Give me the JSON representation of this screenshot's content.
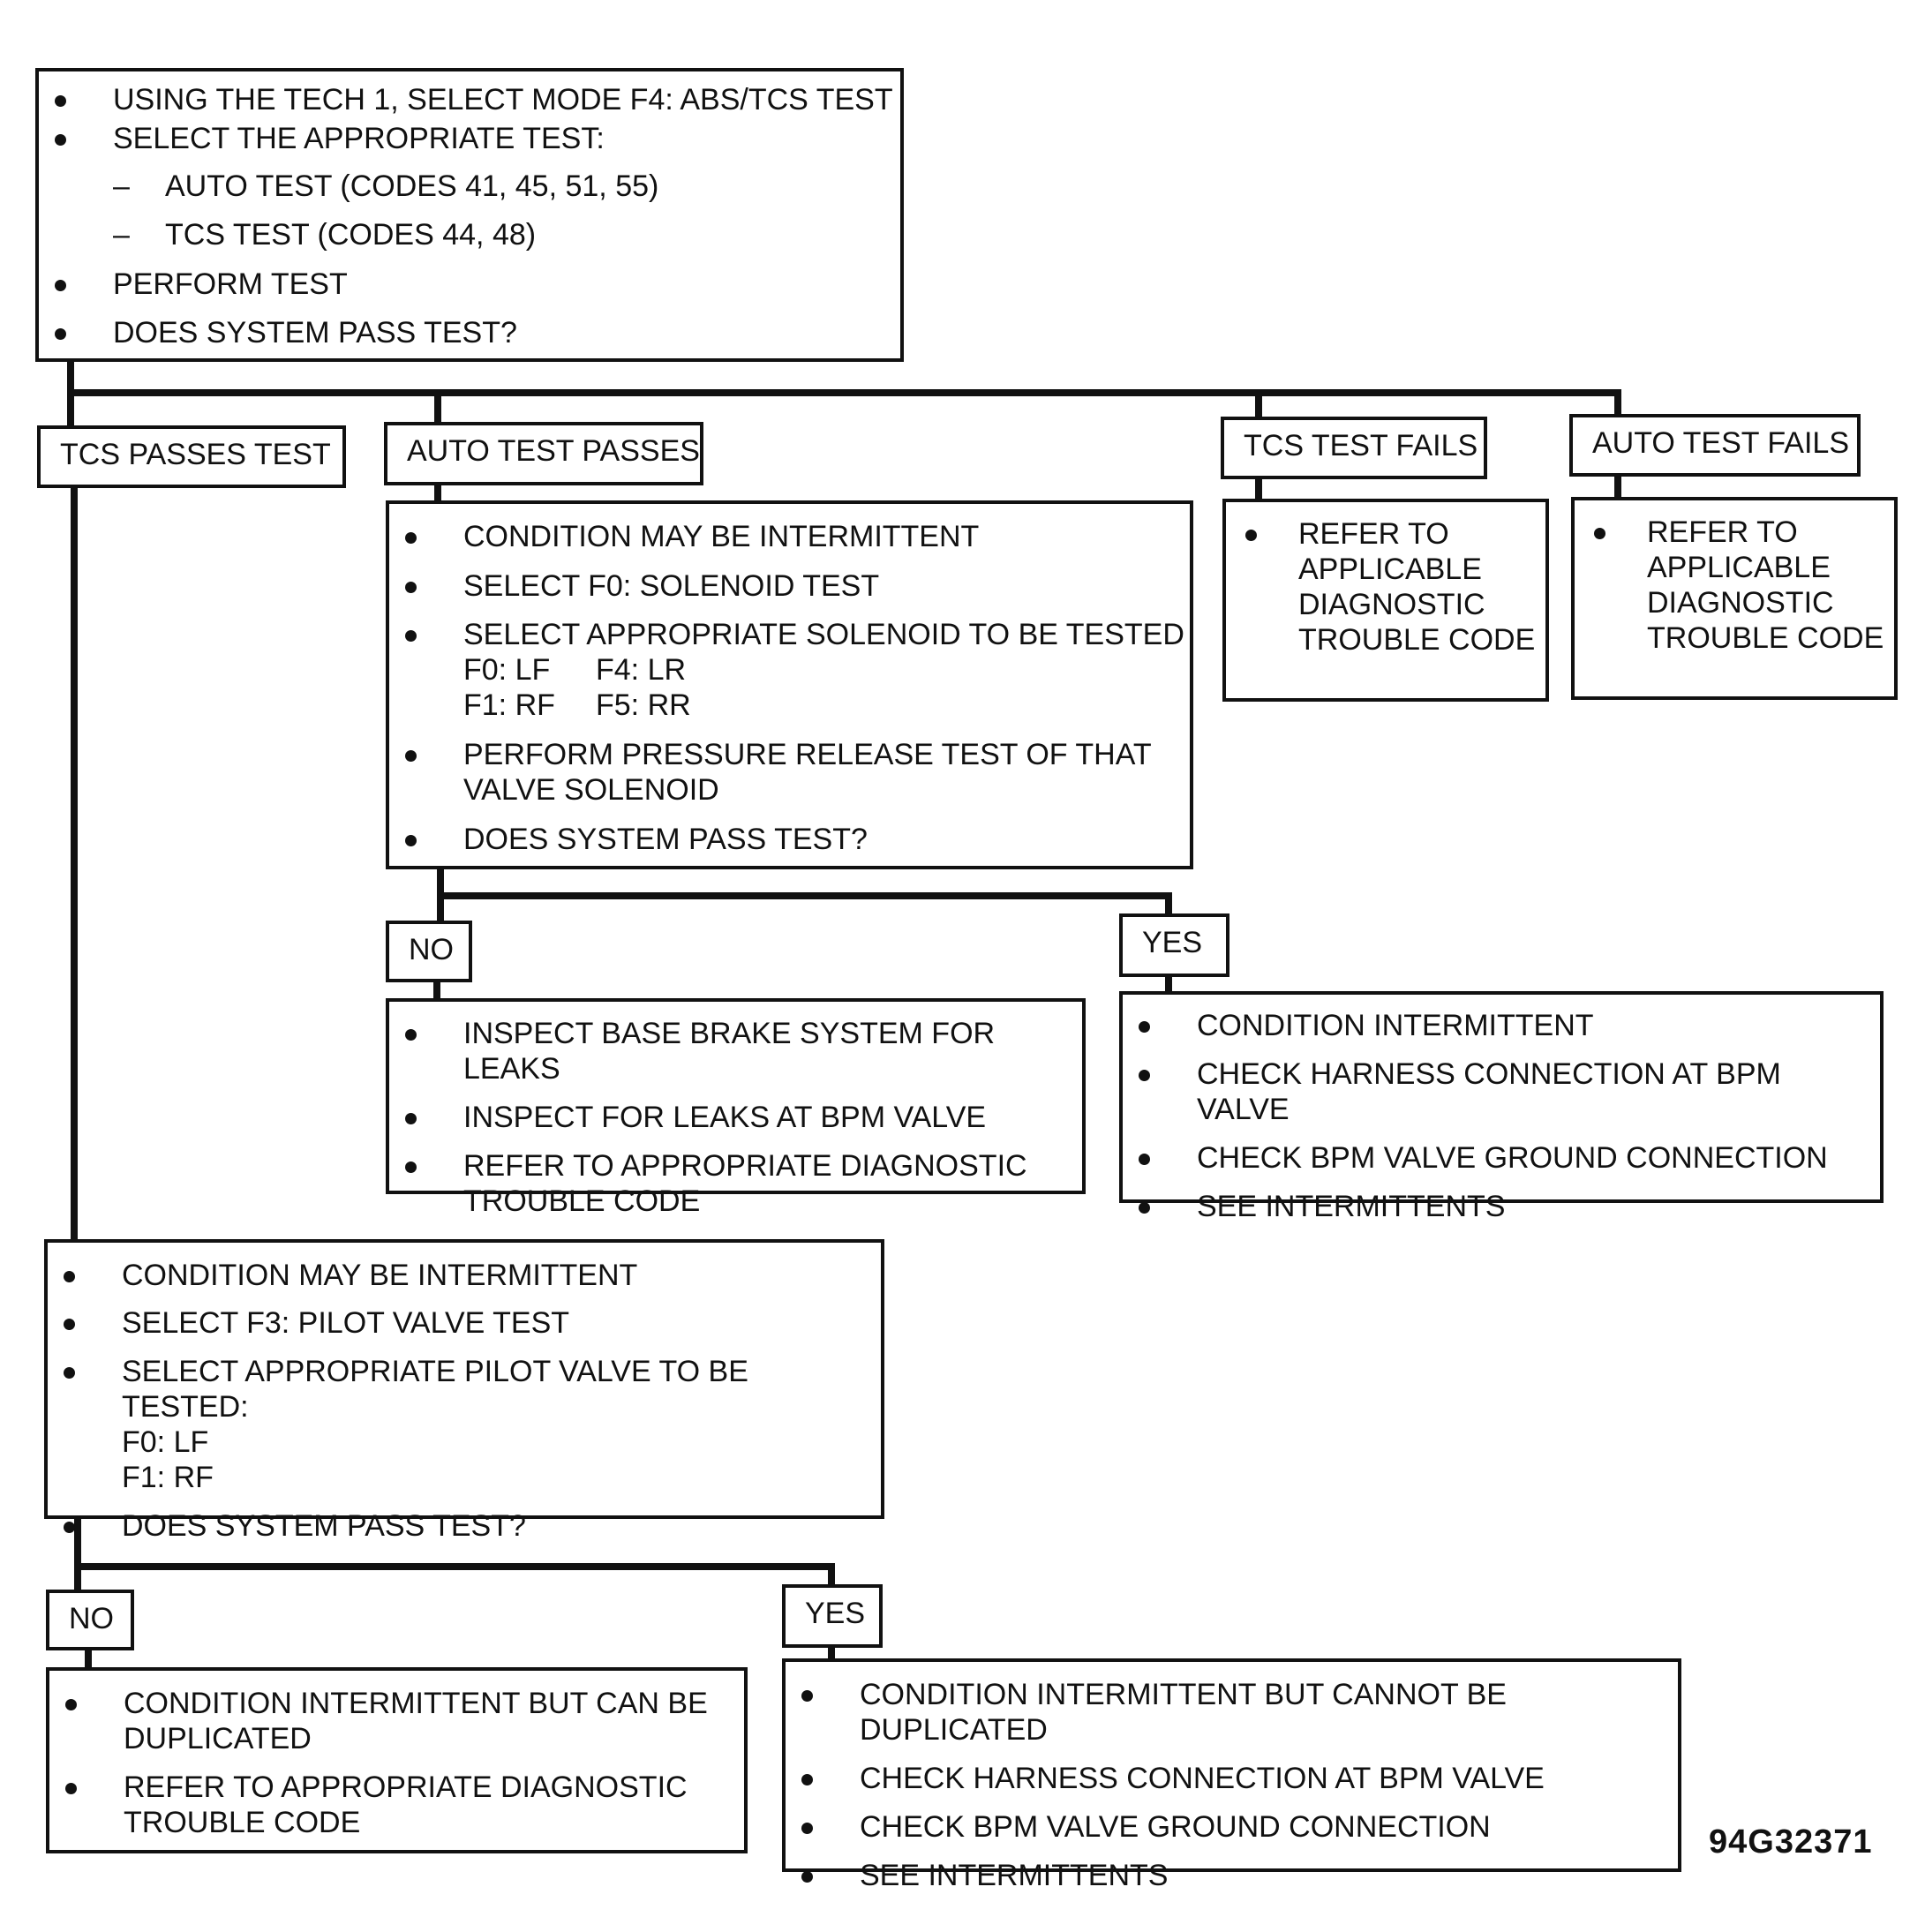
{
  "start": {
    "items": [
      {
        "kind": "bullet",
        "text": "USING THE TECH 1, SELECT MODE F4: ABS/TCS TEST"
      },
      {
        "kind": "bullet",
        "text": "SELECT THE APPROPRIATE TEST:"
      },
      {
        "kind": "dash",
        "text": "AUTO TEST (CODES 41, 45, 51, 55)"
      },
      {
        "kind": "dash",
        "text": "TCS TEST (CODES 44, 48)"
      },
      {
        "kind": "bullet",
        "text": "PERFORM TEST"
      },
      {
        "kind": "bullet",
        "text": "DOES SYSTEM PASS TEST?"
      }
    ]
  },
  "branches": {
    "tcs_passes": "TCS PASSES TEST",
    "auto_passes": "AUTO TEST PASSES",
    "tcs_fails": "TCS TEST FAILS",
    "auto_fails": "AUTO TEST FAILS"
  },
  "tcs_fails_box": {
    "lines": [
      "REFER TO",
      "APPLICABLE",
      "DIAGNOSTIC",
      "TROUBLE CODE"
    ]
  },
  "auto_fails_box": {
    "lines": [
      "REFER TO",
      "APPLICABLE",
      "DIAGNOSTIC",
      "TROUBLE CODE"
    ]
  },
  "solenoid_test": {
    "items": [
      {
        "text": "CONDITION MAY BE INTERMITTENT"
      },
      {
        "text": "SELECT F0: SOLENOID TEST"
      },
      {
        "text": "SELECT APPROPRIATE SOLENOID TO BE TESTED"
      },
      {
        "text": "PERFORM PRESSURE RELEASE TEST OF THAT",
        "text2": "VALVE SOLENOID"
      },
      {
        "text": "DOES SYSTEM PASS TEST?"
      }
    ],
    "options": [
      "F0: LF",
      "F4: LR",
      "F1: RF",
      "F5: RR"
    ]
  },
  "solenoid_no": {
    "label": "NO",
    "items": [
      {
        "text": "INSPECT BASE BRAKE SYSTEM FOR LEAKS"
      },
      {
        "text": "INSPECT FOR LEAKS AT BPM VALVE"
      },
      {
        "text": "REFER TO APPROPRIATE DIAGNOSTIC",
        "text2": "TROUBLE CODE"
      }
    ]
  },
  "solenoid_yes": {
    "label": "YES",
    "items": [
      {
        "text": "CONDITION INTERMITTENT"
      },
      {
        "text": "CHECK HARNESS CONNECTION AT BPM VALVE"
      },
      {
        "text": "CHECK BPM VALVE GROUND CONNECTION"
      },
      {
        "text": "SEE INTERMITTENTS"
      }
    ]
  },
  "pilot_test": {
    "items": [
      {
        "text": "CONDITION MAY BE INTERMITTENT"
      },
      {
        "text": "SELECT F3: PILOT VALVE TEST"
      },
      {
        "text": "SELECT APPROPRIATE PILOT VALVE TO BE TESTED:"
      },
      {
        "text": "DOES SYSTEM PASS TEST?"
      }
    ],
    "options": [
      "F0: LF",
      "F1: RF"
    ]
  },
  "pilot_no": {
    "label": "NO",
    "items": [
      {
        "text": "CONDITION INTERMITTENT BUT CAN BE",
        "text2": "DUPLICATED"
      },
      {
        "text": "REFER TO APPROPRIATE DIAGNOSTIC",
        "text2": "TROUBLE CODE"
      }
    ]
  },
  "pilot_yes": {
    "label": "YES",
    "items": [
      {
        "text": "CONDITION INTERMITTENT BUT CANNOT BE DUPLICATED"
      },
      {
        "text": "CHECK HARNESS CONNECTION AT BPM VALVE"
      },
      {
        "text": "CHECK BPM VALVE GROUND CONNECTION"
      },
      {
        "text": "SEE INTERMITTENTS"
      }
    ]
  },
  "figure_id": "94G32371"
}
